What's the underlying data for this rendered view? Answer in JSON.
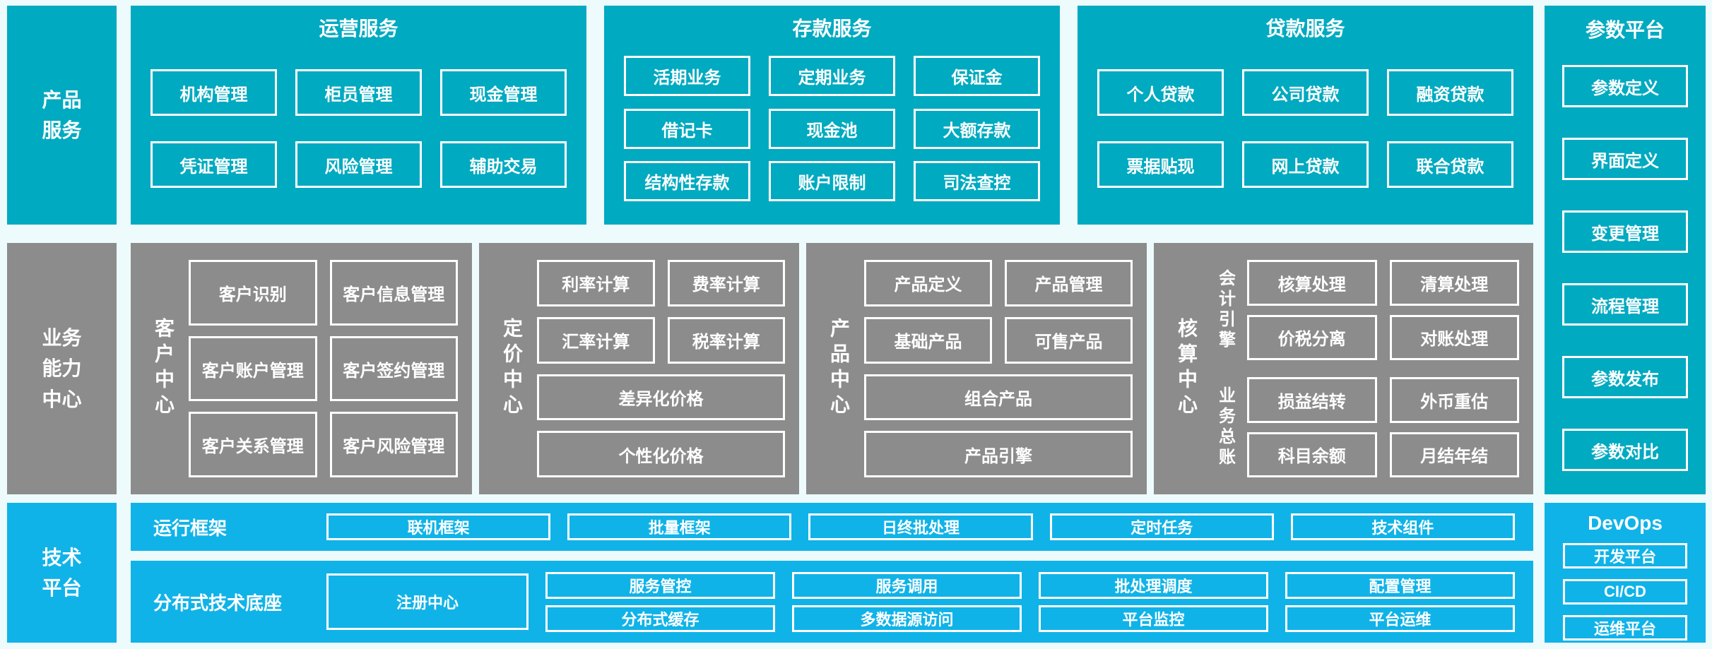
{
  "colors": {
    "teal": "#00aac0",
    "gray": "#8c8c8c",
    "blue": "#10b3e8",
    "background": "#eefbfd",
    "text": "#ffffff"
  },
  "rails": {
    "product_services": "产品\n服务",
    "business_capability": "业务\n能力\n中心",
    "tech_platform": "技术\n平台"
  },
  "operations": {
    "title": "运营服务",
    "rows": [
      [
        "机构管理",
        "柜员管理",
        "现金管理"
      ],
      [
        "凭证管理",
        "风险管理",
        "辅助交易"
      ]
    ]
  },
  "deposit": {
    "title": "存款服务",
    "rows": [
      [
        "活期业务",
        "定期业务",
        "保证金"
      ],
      [
        "借记卡",
        "现金池",
        "大额存款"
      ],
      [
        "结构性存款",
        "账户限制",
        "司法查控"
      ]
    ]
  },
  "loan": {
    "title": "贷款服务",
    "rows": [
      [
        "个人贷款",
        "公司贷款",
        "融资贷款"
      ],
      [
        "票据贴现",
        "网上贷款",
        "联合贷款"
      ]
    ]
  },
  "parameter_platform": {
    "title": "参数平台",
    "items": [
      "参数定义",
      "界面定义",
      "变更管理",
      "流程管理",
      "参数发布",
      "参数对比"
    ]
  },
  "customer_center": {
    "label": "客户中心",
    "rows": [
      [
        "客户识别",
        "客户信息管理"
      ],
      [
        "客户账户管理",
        "客户签约管理"
      ],
      [
        "客户关系管理",
        "客户风险管理"
      ]
    ]
  },
  "pricing_center": {
    "label": "定价中心",
    "rows": [
      [
        "利率计算",
        "费率计算"
      ],
      [
        "汇率计算",
        "税率计算"
      ]
    ],
    "wide": [
      "差异化价格",
      "个性化价格"
    ]
  },
  "product_center": {
    "label": "产品中心",
    "rows": [
      [
        "产品定义",
        "产品管理"
      ],
      [
        "基础产品",
        "可售产品"
      ]
    ],
    "wide": [
      "组合产品",
      "产品引擎"
    ]
  },
  "accounting_center": {
    "label": "核算中心",
    "groups": [
      {
        "label": "会计引擎",
        "rows": [
          [
            "核算处理",
            "清算处理"
          ],
          [
            "价税分离",
            "对账处理"
          ]
        ]
      },
      {
        "label": "业务总账",
        "rows": [
          [
            "损益结转",
            "外币重估"
          ],
          [
            "科目余额",
            "月结年结"
          ]
        ]
      }
    ]
  },
  "runtime_framework": {
    "label": "运行框架",
    "items": [
      "联机框架",
      "批量框架",
      "日终批处理",
      "定时任务",
      "技术组件"
    ]
  },
  "distributed_base": {
    "label": "分布式技术底座",
    "registry": "注册中心",
    "rows": [
      [
        "服务管控",
        "服务调用",
        "批处理调度",
        "配置管理"
      ],
      [
        "分布式缓存",
        "多数据源访问",
        "平台监控",
        "平台运维"
      ]
    ]
  },
  "devops": {
    "title": "DevOps",
    "items": [
      "开发平台",
      "CI/CD",
      "运维平台"
    ]
  }
}
